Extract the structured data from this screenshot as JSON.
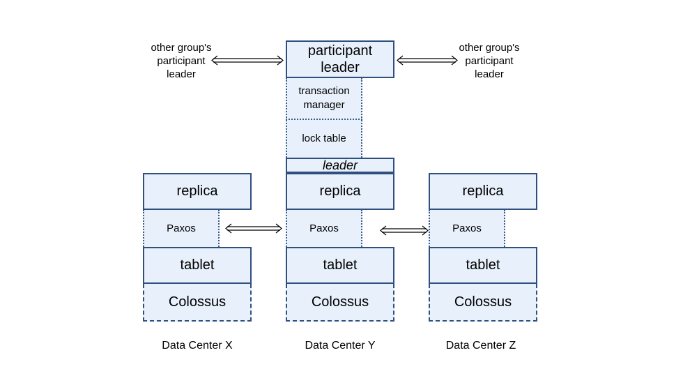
{
  "side_labels": {
    "left": "other group's\nparticipant\nleader",
    "right": "other group's\nparticipant\nleader"
  },
  "center": {
    "participant_leader": "participant\nleader",
    "transaction_manager": "transaction\nmanager",
    "lock_table": "lock table",
    "leader": "leader"
  },
  "columns": [
    {
      "replica": "replica",
      "paxos": "Paxos",
      "tablet": "tablet",
      "colossus": "Colossus",
      "dc": "Data Center X"
    },
    {
      "replica": "replica",
      "paxos": "Paxos",
      "tablet": "tablet",
      "colossus": "Colossus",
      "dc": "Data Center Y"
    },
    {
      "replica": "replica",
      "paxos": "Paxos",
      "tablet": "tablet",
      "colossus": "Colossus",
      "dc": "Data Center Z"
    }
  ],
  "colors": {
    "box_fill": "#e8f1fb",
    "box_border": "#2f4f7f",
    "arrow": "#000000"
  }
}
